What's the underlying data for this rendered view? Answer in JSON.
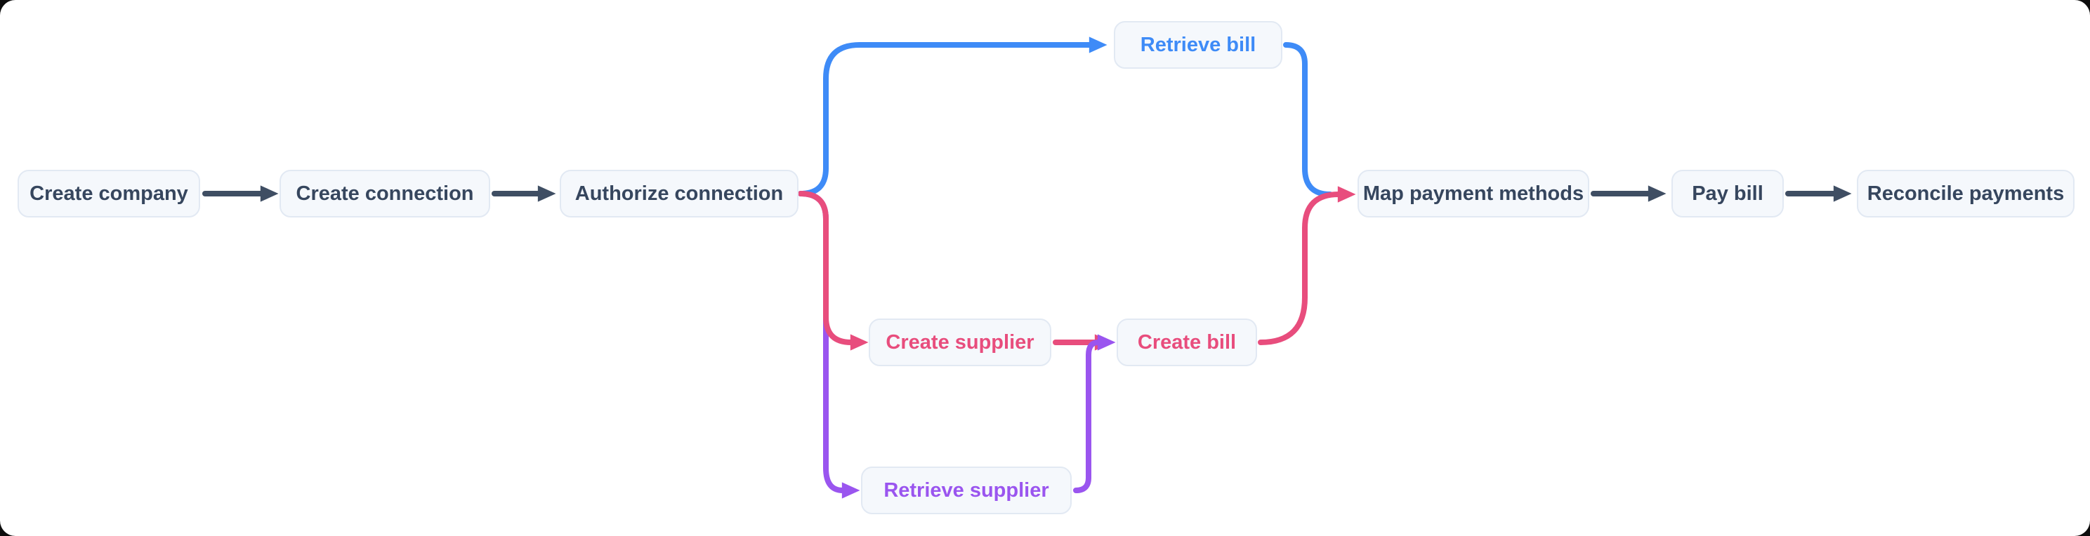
{
  "page": {
    "background": "#0d0d0d",
    "canvas_background": "#ffffff"
  },
  "colors": {
    "dark": "#3f4e63",
    "blue": "#3e8bf7",
    "pink": "#e84d7d",
    "purple": "#9a55ef",
    "node_background": "#f5f8fc",
    "node_border": "#e2e9f3",
    "text_dark": "#36465e"
  },
  "diagram": {
    "type": "flowchart",
    "nodes": [
      {
        "id": "create-company",
        "label": "Create company",
        "color": "dark"
      },
      {
        "id": "create-connection",
        "label": "Create connection",
        "color": "dark"
      },
      {
        "id": "authorize-connection",
        "label": "Authorize connection",
        "color": "dark"
      },
      {
        "id": "retrieve-bill",
        "label": "Retrieve bill",
        "color": "blue"
      },
      {
        "id": "create-supplier",
        "label": "Create supplier",
        "color": "pink"
      },
      {
        "id": "retrieve-supplier",
        "label": "Retrieve supplier",
        "color": "purple"
      },
      {
        "id": "create-bill",
        "label": "Create bill",
        "color": "pink"
      },
      {
        "id": "map-payment-methods",
        "label": "Map payment methods",
        "color": "dark"
      },
      {
        "id": "pay-bill",
        "label": "Pay bill",
        "color": "dark"
      },
      {
        "id": "reconcile-payments",
        "label": "Reconcile payments",
        "color": "dark"
      }
    ],
    "edges": [
      {
        "from": "create-company",
        "to": "create-connection",
        "color": "dark"
      },
      {
        "from": "create-connection",
        "to": "authorize-connection",
        "color": "dark"
      },
      {
        "from": "authorize-connection",
        "to": "retrieve-bill",
        "color": "blue"
      },
      {
        "from": "authorize-connection",
        "to": "create-supplier",
        "color": "pink"
      },
      {
        "from": "authorize-connection",
        "to": "retrieve-supplier",
        "color": "purple"
      },
      {
        "from": "create-supplier",
        "to": "create-bill",
        "color": "pink"
      },
      {
        "from": "retrieve-supplier",
        "to": "create-bill",
        "color": "purple"
      },
      {
        "from": "retrieve-bill",
        "to": "map-payment-methods",
        "color": "blue"
      },
      {
        "from": "create-bill",
        "to": "map-payment-methods",
        "color": "pink"
      },
      {
        "from": "map-payment-methods",
        "to": "pay-bill",
        "color": "dark"
      },
      {
        "from": "pay-bill",
        "to": "reconcile-payments",
        "color": "dark"
      }
    ]
  }
}
